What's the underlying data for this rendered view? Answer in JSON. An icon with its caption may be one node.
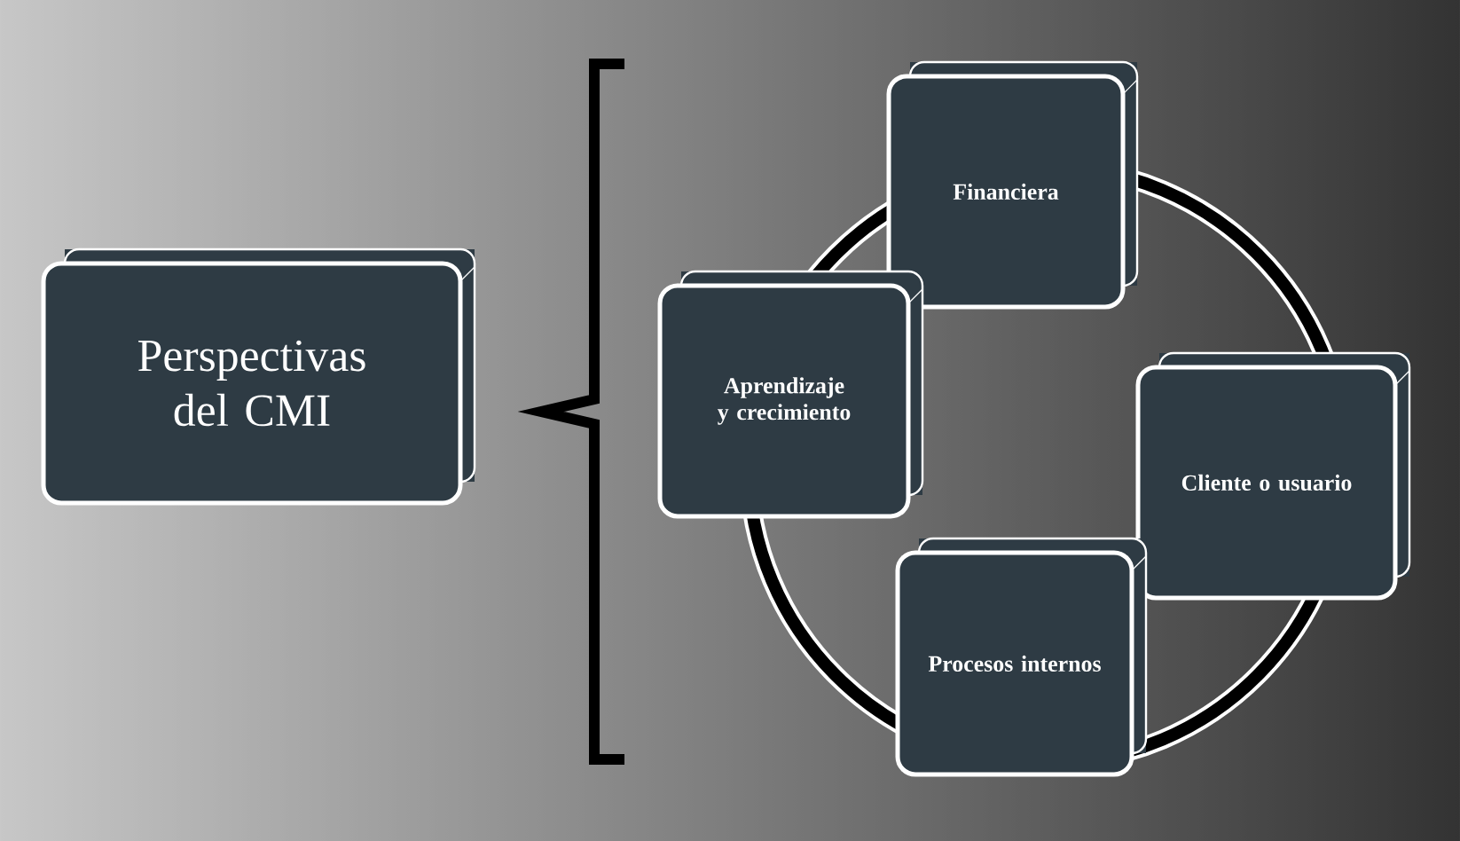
{
  "diagram": {
    "nodes": [
      {
        "text": [
          "Perspectivas del CMI"
        ]
      },
      {
        "text": [
          "Financiera"
        ]
      },
      {
        "text": [
          "Aprendizaje y crecimiento"
        ]
      },
      {
        "text": [
          "Cliente o usuario"
        ]
      },
      {
        "text": [
          "Procesos internos"
        ]
      }
    ]
  }
}
